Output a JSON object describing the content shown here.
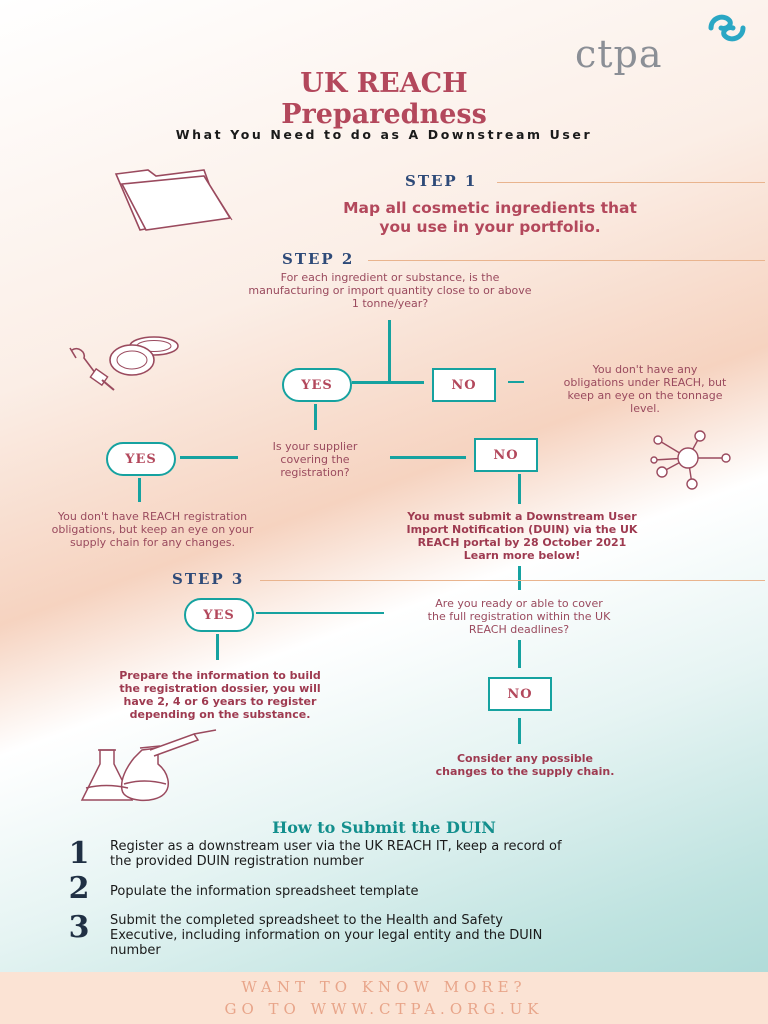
{
  "logo": {
    "text": "ctpa"
  },
  "header": {
    "title_line1": "UK REACH",
    "title_line2": "Preparedness",
    "subtitle": "What You Need to do as A Downstream User"
  },
  "step1": {
    "label": "STEP 1",
    "text_line1": "Map all cosmetic ingredients that",
    "text_line2": "you use in your portfolio."
  },
  "step2": {
    "label": "STEP 2",
    "question_line1": "For each ingredient or substance, is the",
    "question_line2": "manufacturing or import quantity close to or above",
    "question_line3": "1 tonne/year?",
    "yes": "YES",
    "no": "NO",
    "no_result_line1": "You don't have any",
    "no_result_line2": "obligations under REACH, but",
    "no_result_line3": "keep an eye on the tonnage",
    "no_result_line4": "level.",
    "supplier_q_line1": "Is your supplier",
    "supplier_q_line2": "covering the",
    "supplier_q_line3": "registration?",
    "supplier_yes": "YES",
    "supplier_no": "NO",
    "supplier_yes_result_line1": "You don't have REACH registration",
    "supplier_yes_result_line2": "obligations, but keep an eye on your",
    "supplier_yes_result_line3": "supply chain for any changes.",
    "supplier_no_result_line1": "You must submit a Downstream User",
    "supplier_no_result_line2": "Import Notification (DUIN) via the UK",
    "supplier_no_result_line3": "REACH portal by 28 October 2021",
    "supplier_no_result_line4": "Learn more below!"
  },
  "step3": {
    "label": "STEP 3",
    "question_line1": "Are you ready or able to cover",
    "question_line2": "the full registration within the UK",
    "question_line3": "REACH deadlines?",
    "yes": "YES",
    "no": "NO",
    "yes_result_line1": "Prepare the information to build",
    "yes_result_line2": "the registration dossier, you will",
    "yes_result_line3": "have 2, 4 or 6 years to register",
    "yes_result_line4": "depending on the substance.",
    "no_result_line1": "Consider any possible",
    "no_result_line2": "changes to the supply chain."
  },
  "duin": {
    "title": "How to Submit the DUIN",
    "steps": [
      {
        "num": "1",
        "line1": "Register as a downstream user via the UK REACH IT, keep a record of",
        "line2": "the provided DUIN registration number",
        "line3": ""
      },
      {
        "num": "2",
        "line1": "Populate the information spreadsheet template",
        "line2": "",
        "line3": ""
      },
      {
        "num": "3",
        "line1": "Submit the completed spreadsheet to the Health and Safety",
        "line2": "Executive, including information on your legal entity and the DUIN",
        "line3": "number"
      }
    ]
  },
  "footer": {
    "line1": "WANT TO KNOW MORE?",
    "line2": "GO TO WWW.CTPA.ORG.UK"
  },
  "icons": [
    "folder-icon",
    "makeup-brush-icon",
    "compact-powder-icon",
    "molecule-icon",
    "lab-flasks-icon",
    "ctpa-logo-swirl"
  ],
  "colors": {
    "teal": "#16a2a0",
    "maroon": "#b3485c",
    "navy": "#2e4a78",
    "peach_line": "#e9b48e"
  }
}
